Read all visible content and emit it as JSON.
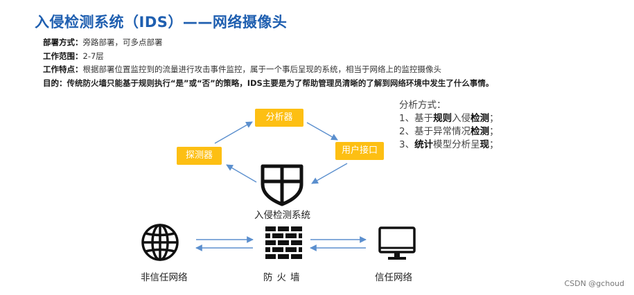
{
  "title": "入侵检测系统（IDS）——网络摄像头",
  "info": {
    "deployment_label": "部署方式：",
    "deployment_value": "旁路部署，可多点部署",
    "scope_label": "工作范围：",
    "scope_value": "2-7层",
    "feature_label": "工作特点：",
    "feature_value": "根据部署位置监控到的流量进行攻击事件监控，属于一个事后呈现的系统，相当于网络上的监控摄像头",
    "purpose_label": "目的：",
    "purpose_value": "传统防火墙只能基于规则执行“是”或“否”的策略，IDS主要是为了帮助管理员清晰的了解到网络环境中发生了什么事情。"
  },
  "analysis": {
    "heading": "分析方式：",
    "m1_prefix": "1、基于",
    "m1_b1": "规则",
    "m1_mid": "入侵",
    "m1_b2": "检测",
    "m1_end": "；",
    "m2_prefix": "2、基于异常情况",
    "m2_b1": "检测",
    "m2_end": "；",
    "m3_prefix": "3、",
    "m3_b1": "统计",
    "m3_mid": "模型分析呈",
    "m3_b2": "现",
    "m3_end": "；"
  },
  "diagram": {
    "analyzer": "分析器",
    "probe": "探测器",
    "ui_port": "用户接口",
    "ids": "入侵检测系统",
    "untrusted": "非信任网络",
    "firewall": "防火墙",
    "trusted": "信任网络",
    "box_color": "#fdbf13",
    "arrow_color": "#5b8fce"
  },
  "credit": "CSDN @gchoud"
}
